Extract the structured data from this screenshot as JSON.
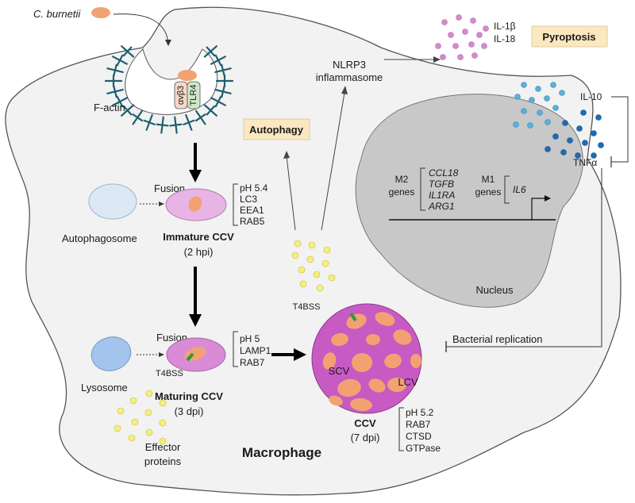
{
  "colors": {
    "cell_fill": "#f2f2f2",
    "outline": "#555555",
    "nucleus": "#c8c8c8",
    "actin": "#1f5f6f",
    "bacterium": "#f2a272",
    "vacuole": "#e8b4e6",
    "ccv": "#c85ac4",
    "autophagosome": "#dde8f5",
    "lysosome": "#a3c4ec",
    "effector": "#f5f07a",
    "il1": "#d68ad0",
    "il10": "#5ab0dc",
    "tnf": "#1f6bb5",
    "tag_bg": "#fbe8c0",
    "t4ss": "#2a9a3a"
  },
  "labels": {
    "pathogen": "C. burnetii",
    "f_actin": "F-actin",
    "integrin": "αvβ3",
    "tlr4": "TLR4",
    "nlrp3_1": "NLRP3",
    "nlrp3_2": "inflammasome",
    "il1b": "IL-1β",
    "il18": "IL-18",
    "pyroptosis": "Pyroptosis",
    "autophagy": "Autophagy",
    "il10": "IL-10",
    "tnfa": "TNFα",
    "fusion_1": "Fusion",
    "autophagosome": "Autophagosome",
    "immature_ccv": "Immature CCV",
    "immature_time": "(2 hpi)",
    "fusion_2": "Fusion",
    "lysosome": "Lysosome",
    "t4bss_1": "T4BSS",
    "maturing_ccv": "Maturing CCV",
    "maturing_time": "(3 dpi)",
    "effector_1": "Effector",
    "effector_2": "proteins",
    "macrophage": "Macrophage",
    "t4bss_2": "T4BSS",
    "scv": "SCV",
    "lcv": "LCV",
    "ccv": "CCV",
    "ccv_time": "(7 dpi)",
    "bacterial_replication": "Bacterial replication",
    "nucleus": "Nucleus",
    "m2_1": "M2",
    "m2_2": "genes",
    "m1_1": "M1",
    "m1_2": "genes"
  },
  "markers_immature": [
    "pH 5.4",
    "LC3",
    "EEA1",
    "RAB5"
  ],
  "markers_maturing": [
    "pH 5",
    "LAMP1",
    "RAB7"
  ],
  "markers_ccv": [
    "pH 5.2",
    "RAB7",
    "CTSD",
    "GTPase"
  ],
  "m2_genes": [
    "CCL18",
    "TGFB",
    "IL1RA",
    "ARG1"
  ],
  "m1_genes": [
    "IL6"
  ]
}
